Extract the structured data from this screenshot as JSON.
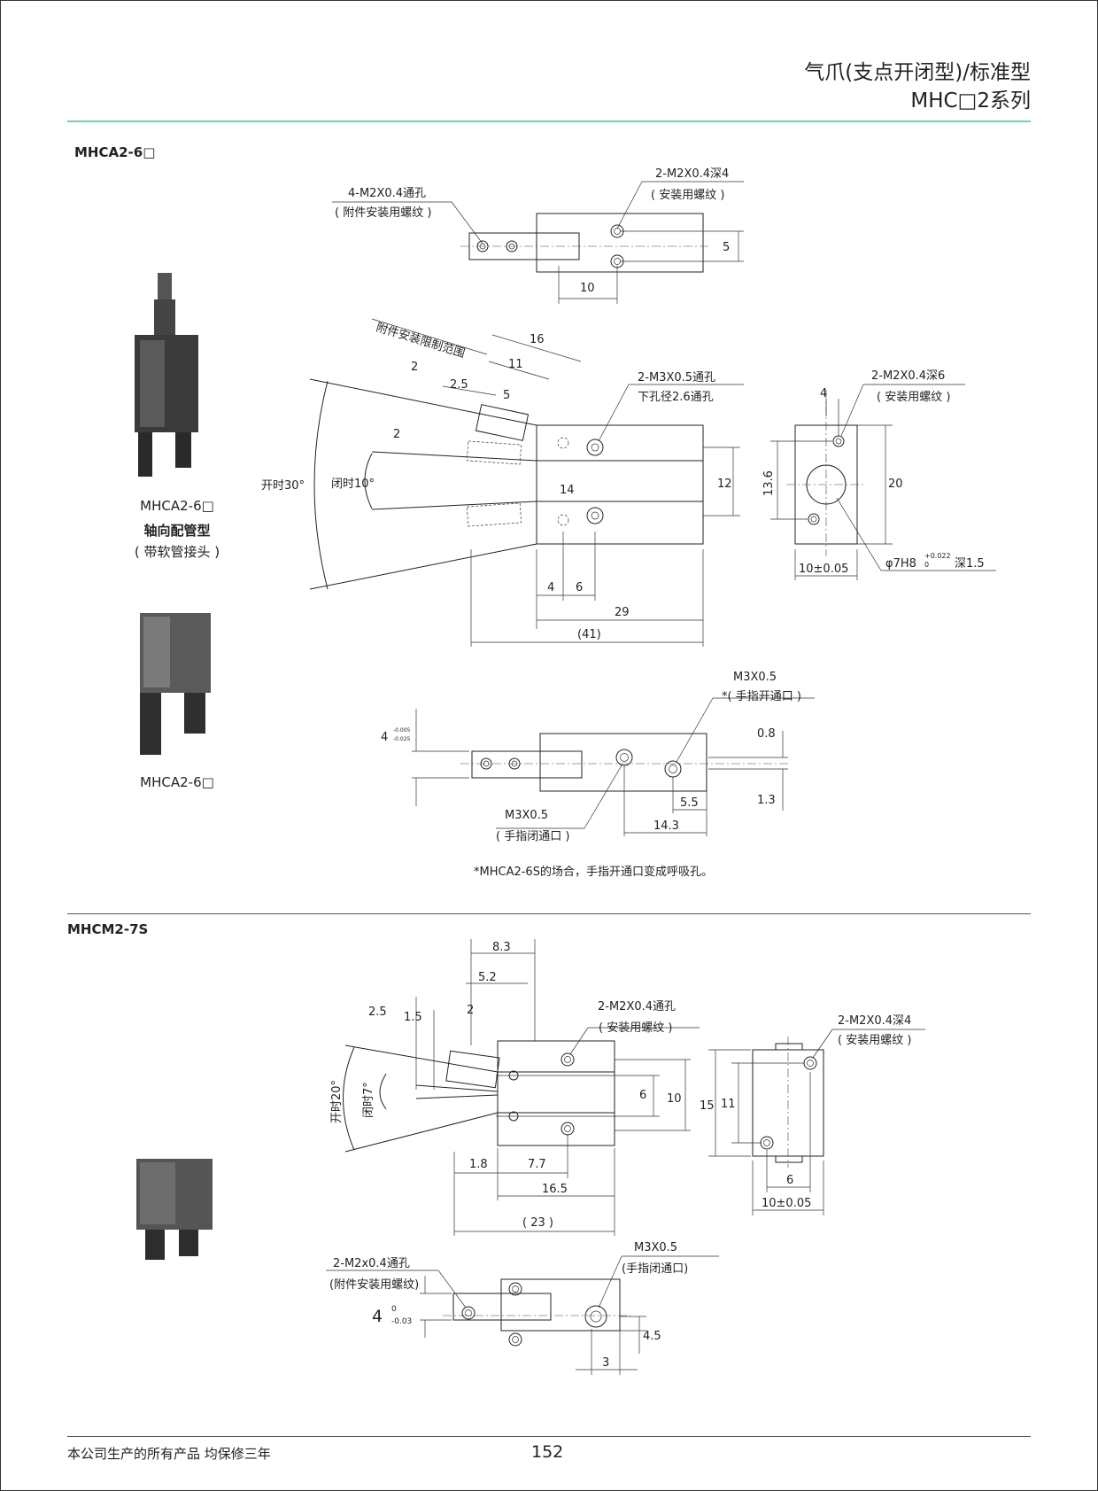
{
  "header": {
    "title_line1": "气爪(支点开闭型)/标准型",
    "title_line2": "MHC□2系列"
  },
  "section1": {
    "model": "MHCA2-6□",
    "photo1_caption": "MHCA2-6□",
    "photo1_desc1": "轴向配管型",
    "photo1_desc2": "( 带软管接头 )",
    "photo2_caption": "MHCA2-6□",
    "labels": {
      "top_hole1_a": "4-M2X0.4通孔",
      "top_hole1_b": "( 附件安装用螺纹 )",
      "top_hole2_a": "2-M2X0.4深4",
      "top_hole2_b": "( 安装用螺纹 )",
      "dim_5": "5",
      "dim_10": "10",
      "limit_range": "附件安装限制范围",
      "dim_16": "16",
      "dim_11": "11",
      "dim_2a": "2",
      "dim_2_5": "2.5",
      "dim_5b": "5",
      "dim_2b": "2",
      "m3_hole_a": "2-M3X0.5通孔",
      "m3_hole_b": "下孔径2.6通孔",
      "open_angle": "开时30°",
      "close_angle": "闭时10°",
      "dim_14": "14",
      "dim_12": "12",
      "dim_4": "4",
      "dim_6": "6",
      "dim_29": "29",
      "dim_41": "(41)",
      "side_hole_a": "2-M2X0.4深6",
      "side_hole_b": "( 安装用螺纹 )",
      "side_dim_4": "4",
      "side_dim_13_6": "13.6",
      "side_dim_20": "20",
      "side_dim_10": "10±0.05",
      "bore": "φ7H8",
      "bore_tol_up": "+0.022",
      "bore_tol_lo": "0",
      "bore_depth": "深1.5",
      "m3_open_a": "M3X0.5",
      "m3_open_b": "*( 手指开通口 )",
      "dim_0_8": "0.8",
      "dim_1_3": "1.3",
      "dim_4_tol": "4",
      "tol_up": "-0.005",
      "tol_lo": "-0.025",
      "m3_close_a": "M3X0.5",
      "m3_close_b": "( 手指闭通口 )",
      "dim_5_5": "5.5",
      "dim_14_3": "14.3"
    },
    "footnote": "*MHCA2-6S的场合，手指开通口变成呼吸孔。"
  },
  "section2": {
    "model": "MHCM2-7S",
    "labels": {
      "dim_8_3": "8.3",
      "dim_5_2": "5.2",
      "dim_2_5": "2.5",
      "dim_1_5": "1.5",
      "dim_2": "2",
      "hole_a": "2-M2X0.4通孔",
      "hole_b": "( 安装用螺纹 )",
      "open_angle": "开时20°",
      "close_angle": "闭时7°",
      "dim_6": "6",
      "dim_10": "10",
      "dim_1_8": "1.8",
      "dim_7_7": "7.7",
      "dim_16_5": "16.5",
      "dim_23": "( 23 )",
      "side_hole_a": "2-M2X0.4深4",
      "side_hole_b": "( 安装用螺纹 )",
      "side_dim_15": "15",
      "side_dim_11": "11",
      "side_dim_6": "6",
      "side_dim_10": "10±0.05",
      "bot_hole_a": "2-M2x0.4通孔",
      "bot_hole_b": "(附件安装用螺纹)",
      "dim_4": "4",
      "tol_up": "0",
      "tol_lo": "-0.03",
      "m3_a": "M3X0.5",
      "m3_b": "(手指闭通口)",
      "dim_4_5": "4.5",
      "dim_3": "3"
    }
  },
  "footer": {
    "left": "本公司生产的所有产品  均保修三年",
    "page": "152"
  }
}
